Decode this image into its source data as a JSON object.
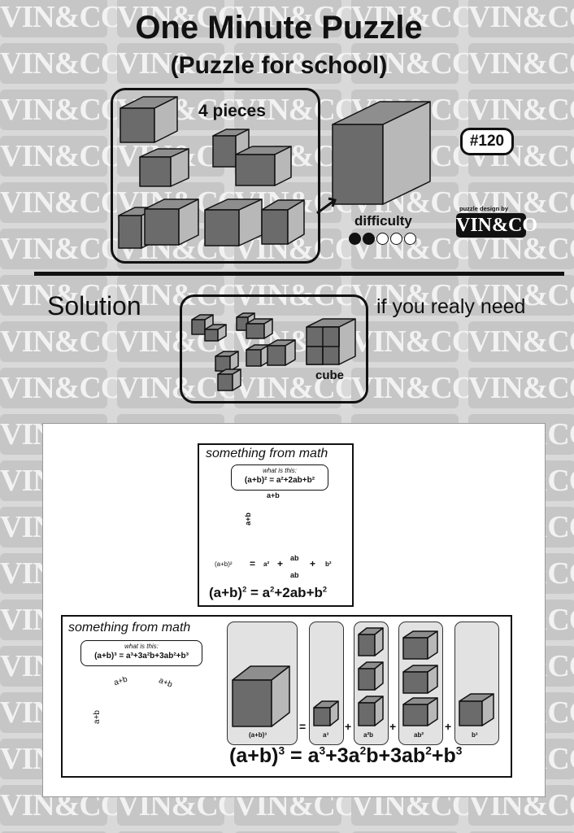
{
  "watermark": {
    "text": "VIN&CO"
  },
  "header": {
    "title": "One Minute Puzzle",
    "subtitle": "(Puzzle for school)"
  },
  "puzzle": {
    "pieces_label": "4 pieces",
    "number_badge": "#120",
    "difficulty_label": "difficulty",
    "difficulty_level": 2,
    "difficulty_max": 5
  },
  "brand": {
    "design_label": "puzzle design by",
    "logo_text": "VIN&CO"
  },
  "solution": {
    "label": "Solution",
    "hint": "if you realy need",
    "cube_label": "cube"
  },
  "math_square": {
    "heading": "something from math",
    "question": "what is this:",
    "formula_small": "(a+b)² = a²+2ab+b²",
    "side_label_top": "a+b",
    "side_label_left": "a+b",
    "big_label": "(a+b)²",
    "eq": "=",
    "plus": "+",
    "term_a2": "a²",
    "term_ab": "ab",
    "term_b2": "b²",
    "formula_large": {
      "base": "(a+b)",
      "exp": "2",
      "rest_1": " = a",
      "exp_1": "2",
      "rest_2": "+2ab+b",
      "exp_2": "2"
    }
  },
  "math_cube": {
    "heading": "something from math",
    "question": "what is this:",
    "formula_small": "(a+b)³ = a³+3a²b+3ab²+b³",
    "edge_label_1": "a+b",
    "edge_label_2": "a+b",
    "edge_label_3": "a+b",
    "big_label": "(a+b)³",
    "eq": "=",
    "plus": "+",
    "term_a3": "a³",
    "term_a2b": "a²b",
    "term_ab2": "ab²",
    "term_b3": "b³",
    "formula_large": {
      "base": "(a+b)",
      "exp": "3",
      "rest_1": " = a",
      "exp_1": "3",
      "rest_2": "+3a",
      "exp_2": "2",
      "rest_3": "b+3ab",
      "exp_3": "2",
      "rest_4": "+b",
      "exp_4": "3"
    }
  },
  "colors": {
    "cube_dark": "#6b6b6b",
    "cube_light": "#b8b8b8",
    "cube_top": "#8e8e8e",
    "watermark_bg": "#c6c6c6",
    "background": "#d9d9d9"
  }
}
